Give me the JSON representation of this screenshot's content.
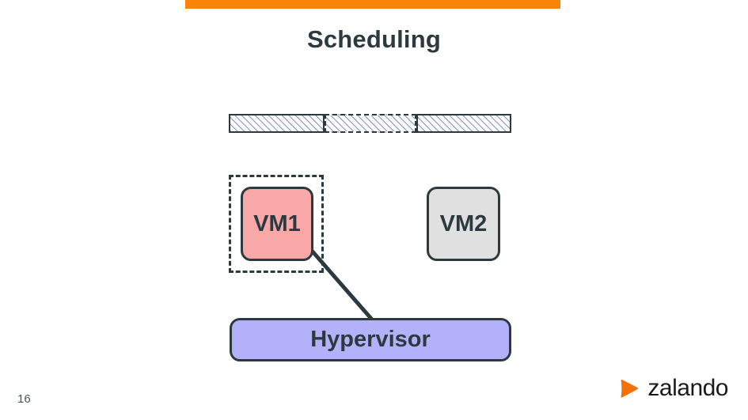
{
  "slide": {
    "title": "Scheduling",
    "page_number": "16",
    "accent_color": "#f98407",
    "text_color": "#2c3a3f",
    "background": "#ffffff"
  },
  "timeline": {
    "name": "cpu-time-slices",
    "segments": [
      {
        "label": "",
        "style": "solid",
        "hatched": true
      },
      {
        "label": "",
        "style": "dashed",
        "hatched": true
      },
      {
        "label": "",
        "style": "solid",
        "hatched": true
      }
    ]
  },
  "diagram": {
    "vms": [
      {
        "label": "VM1",
        "fill": "#f9a8a8",
        "highlighted": true
      },
      {
        "label": "VM2",
        "fill": "#e0e0e0",
        "highlighted": false
      }
    ],
    "hypervisor": {
      "label": "Hypervisor",
      "fill": "#b3b1fa"
    },
    "connector": {
      "from": "VM1",
      "to": "Hypervisor"
    }
  },
  "brand": {
    "name": "zalando",
    "mark_color": "#f4700a"
  }
}
